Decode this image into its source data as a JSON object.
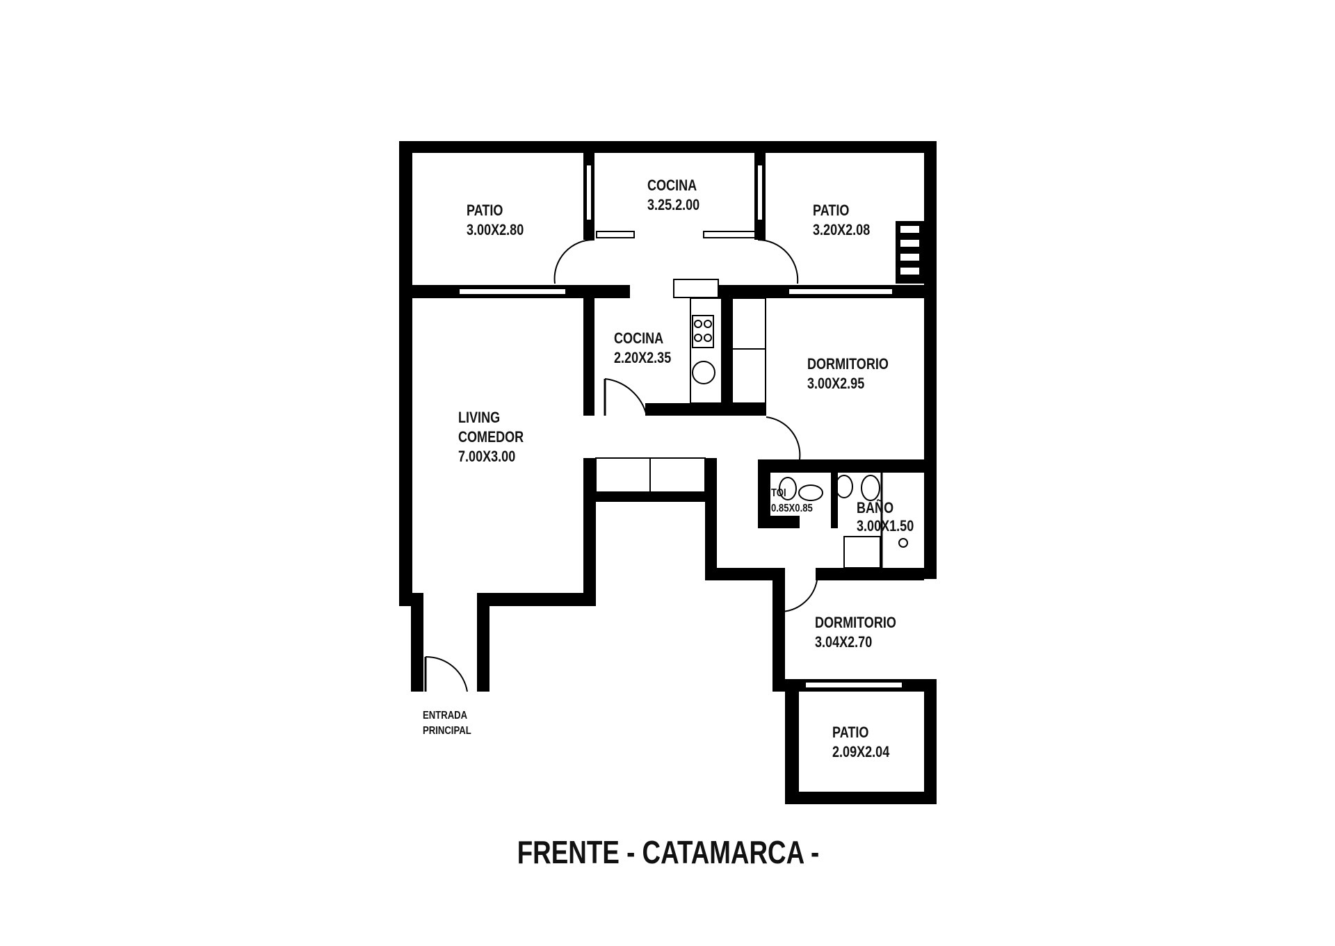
{
  "rooms": {
    "patio1": {
      "name": "PATIO",
      "size": "3.00X2.80"
    },
    "cocina1": {
      "name": "COCINA",
      "size": "3.25.2.00"
    },
    "patio2": {
      "name": "PATIO",
      "size": "3.20X2.08"
    },
    "cocina2": {
      "name": "COCINA",
      "size": "2.20X2.35"
    },
    "dormitorio1": {
      "name": "DORMITORIO",
      "size": "3.00X2.95"
    },
    "living": {
      "name1": "LIVING",
      "name2": "COMEDOR",
      "size": "7.00X3.00"
    },
    "toi": {
      "name": "TOI",
      "size": "0.85X0.85"
    },
    "bano": {
      "name": "BAÑO",
      "size": "3.00X1.50"
    },
    "dormitorio2": {
      "name": "DORMITORIO",
      "size": "3.04X2.70"
    },
    "patio3": {
      "name": "PATIO",
      "size": "2.09X2.04"
    }
  },
  "entrance": {
    "line1": "ENTRADA",
    "line2": "PRINCIPAL"
  },
  "footer": {
    "title": "FRENTE - CATAMARCA -"
  }
}
